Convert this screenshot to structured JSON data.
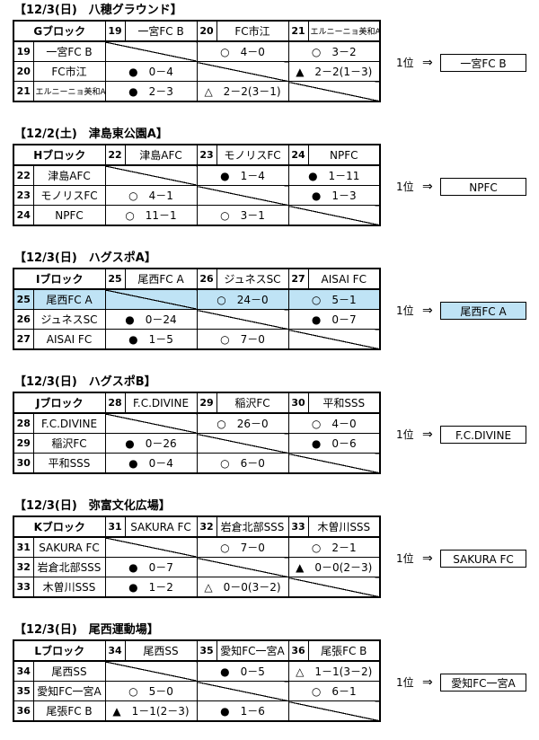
{
  "rank_label": "1位",
  "arrow": "⇒",
  "sections": [
    {
      "title": "【12/3(日)　八穂グラウンド】",
      "block": "Gブロック",
      "teams": [
        {
          "no": "19",
          "name": "一宮FC B"
        },
        {
          "no": "20",
          "name": "FC市江"
        },
        {
          "no": "21",
          "name": "エルニーニョ美和A",
          "small": true
        }
      ],
      "results": [
        [
          "",
          "○　4－0",
          "○　3－2"
        ],
        [
          "●　0－4",
          "",
          "▲　2－2(1－3)"
        ],
        [
          "●　2－3",
          "△　2－2(3－1)",
          ""
        ]
      ],
      "winner": "一宮FC B",
      "highlight_row": -1
    },
    {
      "title": "【12/2(土)　津島東公園A】",
      "block": "Hブロック",
      "teams": [
        {
          "no": "22",
          "name": "津島AFC"
        },
        {
          "no": "23",
          "name": "モノリスFC"
        },
        {
          "no": "24",
          "name": "NPFC"
        }
      ],
      "results": [
        [
          "",
          "●　1－4",
          "●　1－11"
        ],
        [
          "○　4－1",
          "",
          "●　1－3"
        ],
        [
          "○　11－1",
          "○　3－1",
          ""
        ]
      ],
      "winner": "NPFC",
      "highlight_row": -1
    },
    {
      "title": "【12/3(日)　ハグスポA】",
      "block": "Iブロック",
      "teams": [
        {
          "no": "25",
          "name": "尾西FC A"
        },
        {
          "no": "26",
          "name": "ジュネスSC"
        },
        {
          "no": "27",
          "name": "AISAI FC"
        }
      ],
      "results": [
        [
          "",
          "○　24－0",
          "○　5－1"
        ],
        [
          "●　0－24",
          "",
          "●　0－7"
        ],
        [
          "●　1－5",
          "○　7－0",
          ""
        ]
      ],
      "winner": "尾西FC A",
      "highlight_row": 0
    },
    {
      "title": "【12/3(日)　ハグスポB】",
      "block": "Jブロック",
      "teams": [
        {
          "no": "28",
          "name": "F.C.DIVINE"
        },
        {
          "no": "29",
          "name": "稲沢FC"
        },
        {
          "no": "30",
          "name": "平和SSS"
        }
      ],
      "results": [
        [
          "",
          "○　26－0",
          "○　4－0"
        ],
        [
          "●　0－26",
          "",
          "●　0－6"
        ],
        [
          "●　0－4",
          "○　6－0",
          ""
        ]
      ],
      "winner": "F.C.DIVINE",
      "highlight_row": -1
    },
    {
      "title": "【12/3(日)　弥富文化広場】",
      "block": "Kブロック",
      "teams": [
        {
          "no": "31",
          "name": "SAKURA FC"
        },
        {
          "no": "32",
          "name": "岩倉北部SSS"
        },
        {
          "no": "33",
          "name": "木曽川SSS"
        }
      ],
      "results": [
        [
          "",
          "○　7－0",
          "○　2－1"
        ],
        [
          "●　0－7",
          "",
          "▲　0－0(2－3)"
        ],
        [
          "●　1－2",
          "△　0－0(3－2)",
          ""
        ]
      ],
      "winner": "SAKURA FC",
      "highlight_row": -1
    },
    {
      "title": "【12/3(日)　尾西運動場】",
      "block": "Lブロック",
      "teams": [
        {
          "no": "34",
          "name": "尾西SS"
        },
        {
          "no": "35",
          "name": "愛知FC一宮A"
        },
        {
          "no": "36",
          "name": "尾張FC B"
        }
      ],
      "results": [
        [
          "",
          "●　0－5",
          "△　1－1(3－2)"
        ],
        [
          "○　5－0",
          "",
          "○　6－1"
        ],
        [
          "▲　1－1(2－3)",
          "●　1－6",
          ""
        ]
      ],
      "winner": "愛知FC一宮A",
      "highlight_row": -1
    }
  ]
}
